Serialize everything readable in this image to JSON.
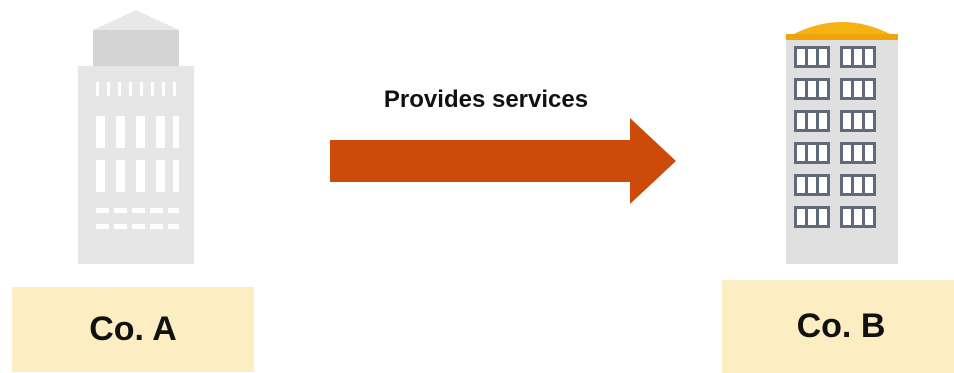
{
  "diagram": {
    "source": {
      "label": "Co. A"
    },
    "target": {
      "label": "Co. B"
    },
    "relation": {
      "label": "Provides services"
    }
  },
  "colors": {
    "arrow": "#cc4a0a",
    "label_box": "#fdedc3",
    "building_a": "#e6e6e6",
    "building_b_roof": "#f6b112",
    "building_b_body": "#e0e0e0",
    "building_b_window": "#5f6b7a"
  },
  "icons": {
    "source": "office-tower-icon",
    "target": "apartment-building-icon"
  }
}
